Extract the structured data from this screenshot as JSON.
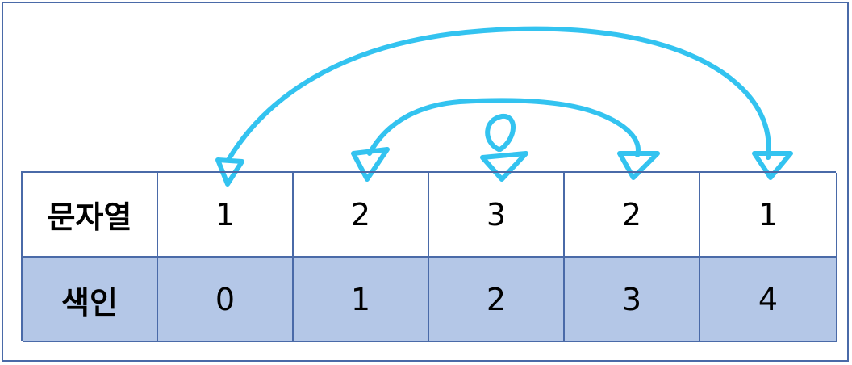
{
  "table": {
    "row1": {
      "label": "문자열",
      "values": [
        "1",
        "2",
        "3",
        "2",
        "1"
      ]
    },
    "row2": {
      "label": "색인",
      "values": [
        "0",
        "1",
        "2",
        "3",
        "4"
      ]
    }
  },
  "colors": {
    "border": "#4a6aa8",
    "index_row_bg": "#b4c7e7",
    "arrow": "#33c3f0"
  },
  "arrows": [
    {
      "from_index": 0,
      "to_index": 4,
      "style": "bidirectional-arc"
    },
    {
      "from_index": 1,
      "to_index": 3,
      "style": "bidirectional-arc"
    },
    {
      "from_index": 2,
      "to_index": 2,
      "style": "self-loop"
    }
  ]
}
